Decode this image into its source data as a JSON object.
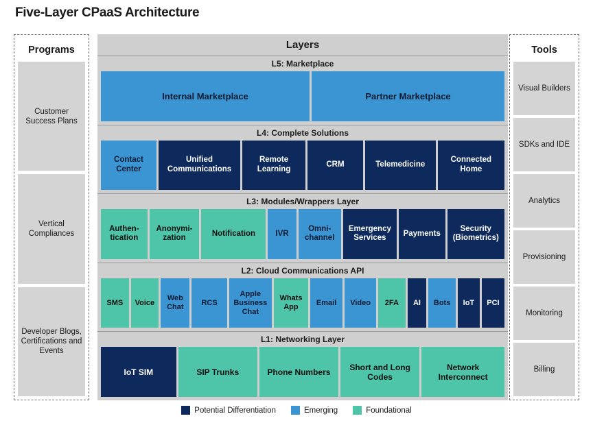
{
  "title": "Five-Layer CPaaS Architecture",
  "colors": {
    "potential_differentiation": "#0e2a5c",
    "emerging": "#3b95d3",
    "foundational": "#4ec4a8",
    "panel_gray": "#d4d4d4",
    "band_gray": "#cfcfcf"
  },
  "programs": {
    "title": "Programs",
    "items": [
      {
        "label": "Customer Success Plans"
      },
      {
        "label": "Vertical Compliances"
      },
      {
        "label": "Developer Blogs, Certifications and Events"
      }
    ]
  },
  "tools": {
    "title": "Tools",
    "items": [
      {
        "label": "Visual Builders"
      },
      {
        "label": "SDKs and IDE"
      },
      {
        "label": "Analytics"
      },
      {
        "label": "Provisioning"
      },
      {
        "label": "Monitoring"
      },
      {
        "label": "Billing"
      }
    ]
  },
  "layers": {
    "header": "Layers",
    "blocks": [
      {
        "id": "L5",
        "label": "L5: Marketplace",
        "cells": [
          {
            "label": "Internal Marketplace",
            "category": "emerging",
            "flex": 52
          },
          {
            "label": "Partner Marketplace",
            "category": "emerging",
            "flex": 48
          }
        ]
      },
      {
        "id": "L4",
        "label": "L4: Complete Solutions",
        "cells": [
          {
            "label": "Contact Center",
            "category": "emerging",
            "flex": 14
          },
          {
            "label": "Unified Communications",
            "category": "potential_differentiation",
            "flex": 21
          },
          {
            "label": "Remote Learning",
            "category": "potential_differentiation",
            "flex": 16
          },
          {
            "label": "CRM",
            "category": "potential_differentiation",
            "flex": 14
          },
          {
            "label": "Telemedicine",
            "category": "potential_differentiation",
            "flex": 18
          },
          {
            "label": "Connected Home",
            "category": "potential_differentiation",
            "flex": 17
          }
        ]
      },
      {
        "id": "L3",
        "label": "L3: Modules/Wrappers Layer",
        "cells": [
          {
            "label": "Authen- tication",
            "category": "foundational",
            "flex": 12
          },
          {
            "label": "Anonymi- zation",
            "category": "foundational",
            "flex": 13
          },
          {
            "label": "Notification",
            "category": "foundational",
            "flex": 17
          },
          {
            "label": "IVR",
            "category": "emerging",
            "flex": 7
          },
          {
            "label": "Omni- channel",
            "category": "emerging",
            "flex": 11
          },
          {
            "label": "Emergency Services",
            "category": "potential_differentiation",
            "flex": 14
          },
          {
            "label": "Payments",
            "category": "potential_differentiation",
            "flex": 12
          },
          {
            "label": "Security (Biometrics)",
            "category": "potential_differentiation",
            "flex": 15
          }
        ]
      },
      {
        "id": "L2",
        "label": "L2: Cloud Communications API",
        "cells": [
          {
            "label": "SMS",
            "category": "foundational",
            "flex": 7.2
          },
          {
            "label": "Voice",
            "category": "foundational",
            "flex": 7.2
          },
          {
            "label": "Web Chat",
            "category": "emerging",
            "flex": 7.5
          },
          {
            "label": "RCS",
            "category": "emerging",
            "flex": 9.2
          },
          {
            "label": "Apple Business Chat",
            "category": "emerging",
            "flex": 11.2
          },
          {
            "label": "Whats App",
            "category": "foundational",
            "flex": 9.0
          },
          {
            "label": "Email",
            "category": "emerging",
            "flex": 8.4
          },
          {
            "label": "Video",
            "category": "emerging",
            "flex": 8.2
          },
          {
            "label": "2FA",
            "category": "foundational",
            "flex": 7.0
          },
          {
            "label": "AI",
            "category": "potential_differentiation",
            "flex": 4.8
          },
          {
            "label": "Bots",
            "category": "emerging",
            "flex": 7.0
          },
          {
            "label": "IoT",
            "category": "potential_differentiation",
            "flex": 5.6
          },
          {
            "label": "PCI",
            "category": "potential_differentiation",
            "flex": 5.8
          }
        ]
      },
      {
        "id": "L1",
        "label": "L1: Networking Layer",
        "cells": [
          {
            "label": "IoT SIM",
            "category": "potential_differentiation",
            "flex": 19
          },
          {
            "label": "SIP Trunks",
            "category": "foundational",
            "flex": 20
          },
          {
            "label": "Phone Numbers",
            "category": "foundational",
            "flex": 20
          },
          {
            "label": "Short and Long Codes",
            "category": "foundational",
            "flex": 20
          },
          {
            "label": "Network Interconnect",
            "category": "foundational",
            "flex": 21
          }
        ]
      }
    ]
  },
  "legend": [
    {
      "label": "Potential Differentiation",
      "color": "#0e2a5c",
      "category": "potential_differentiation"
    },
    {
      "label": "Emerging",
      "color": "#3b95d3",
      "category": "emerging"
    },
    {
      "label": "Foundational",
      "color": "#4ec4a8",
      "category": "foundational"
    }
  ]
}
